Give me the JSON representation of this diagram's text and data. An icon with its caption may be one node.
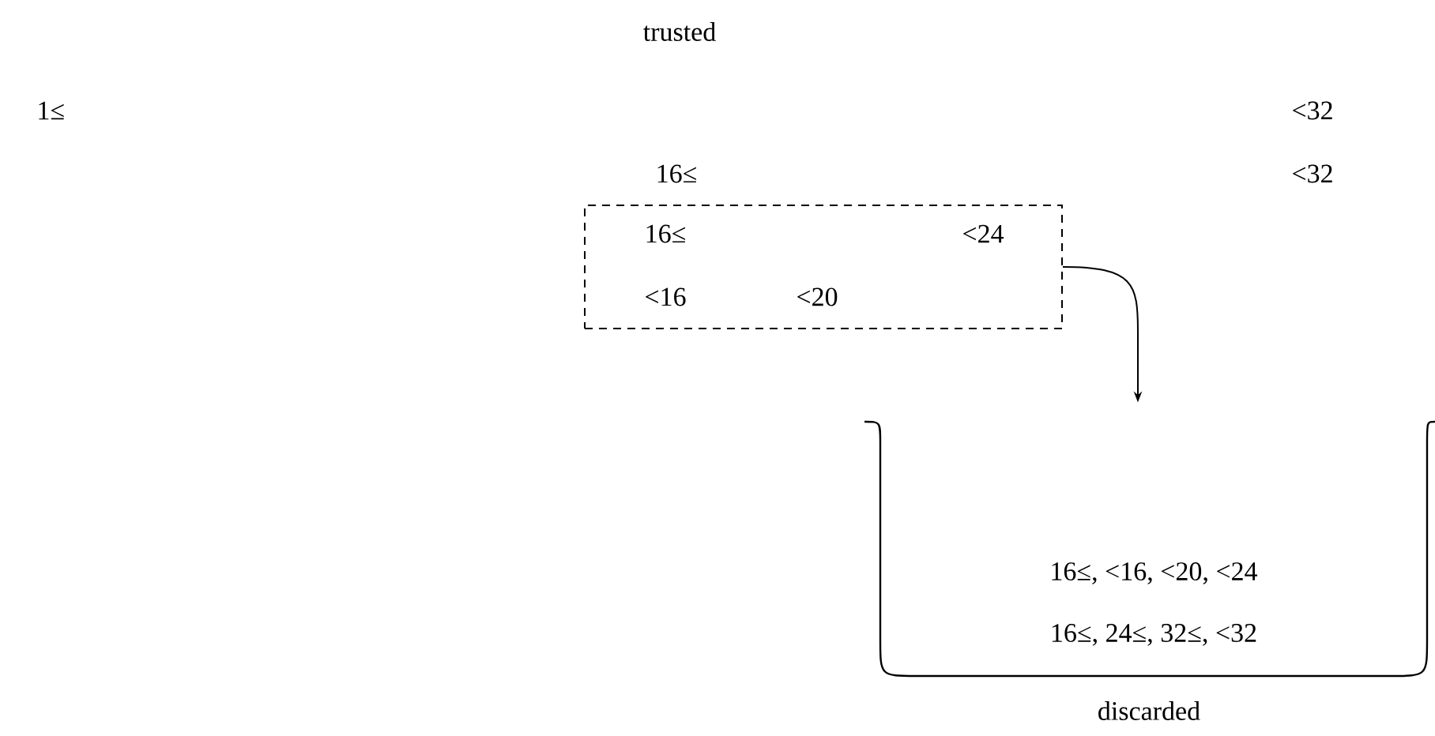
{
  "diagram": {
    "title": "trusted",
    "nodes": [
      {
        "text": [
          "16≤",
          "<24",
          "<16",
          "<20"
        ]
      },
      {
        "text": [
          "16≤, <16, <20, <24",
          "16≤, 24≤, 32≤, <32"
        ],
        "beside": [
          "discarded"
        ]
      }
    ],
    "edges": [
      {
        "from": 0,
        "to": 1,
        "arrow": "to"
      }
    ],
    "labels": [
      "1≤",
      "<32",
      "16≤",
      "<32"
    ]
  }
}
